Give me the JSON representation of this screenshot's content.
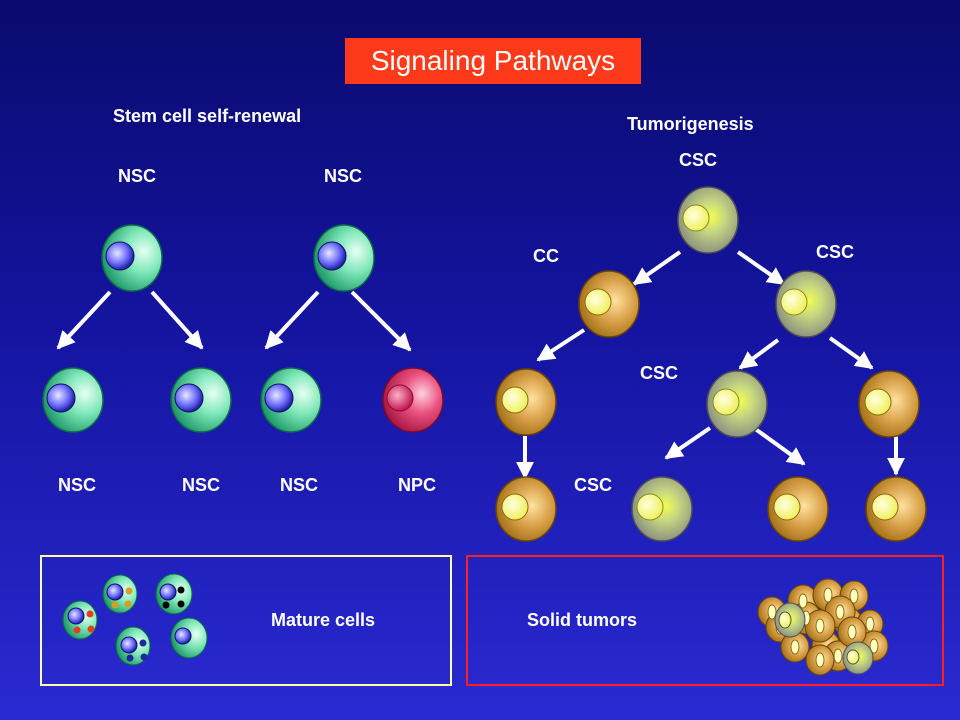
{
  "title": "Signaling Pathways",
  "left_section": {
    "heading": "Stem cell self-renewal",
    "top_labels": [
      "NSC",
      "NSC"
    ],
    "bottom_labels": [
      "NSC",
      "NSC",
      "NSC",
      "NPC"
    ]
  },
  "right_section": {
    "heading": "Tumorigenesis",
    "labels": {
      "root": "CSC",
      "level1_left": "CC",
      "level1_right": "CSC",
      "level2_middle": "CSC",
      "level3": "CSC"
    }
  },
  "bottom_panels": {
    "mature": {
      "label": "Mature cells",
      "border_color": "#ffffaa"
    },
    "tumor": {
      "label": "Solid tumors",
      "border_color": "#ff2020"
    }
  },
  "colors": {
    "background": "#1414a0",
    "title_bg": "#ff3a1a",
    "nsc_cell": "#3ecf8e",
    "npc_cell": "#d81e5b",
    "csc_cell": "#9aa0a0",
    "cc_cell": "#c88a1e",
    "nucleus_blue": "#6a6aff",
    "nucleus_yellow": "#ffff90"
  }
}
